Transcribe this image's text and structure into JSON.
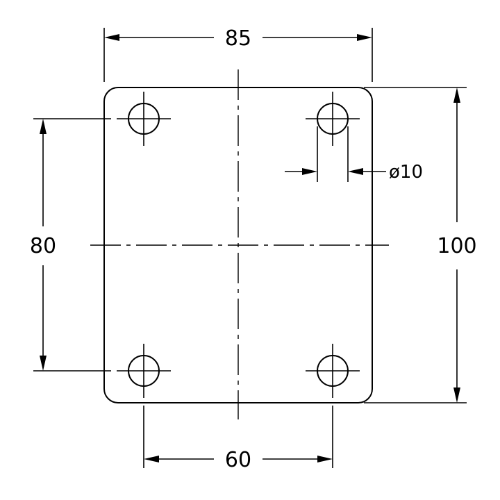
{
  "dimensions": {
    "width": "85",
    "height": "100",
    "hole_spacing_vertical": "80",
    "hole_spacing_horizontal": "60",
    "hole_diameter": "ø10"
  }
}
